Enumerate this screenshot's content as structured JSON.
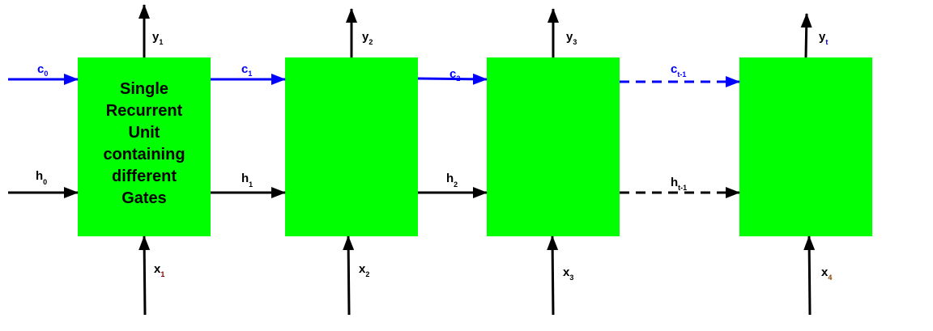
{
  "colors": {
    "cell": "#00ff00",
    "cell_state": "#0000ff",
    "hidden": "#000000"
  },
  "cells": [
    {
      "lines": [
        "Single",
        "Recurrent",
        "Unit",
        "containing",
        "different",
        "Gates"
      ]
    },
    {
      "lines": []
    },
    {
      "lines": []
    },
    {
      "lines": []
    }
  ],
  "labels": {
    "c0": {
      "base": "c",
      "sub": "0"
    },
    "c1": {
      "base": "c",
      "sub": "1"
    },
    "c2": {
      "base": "c",
      "sub": "2"
    },
    "ct1": {
      "base": "c",
      "sub": "t-1"
    },
    "h0": {
      "base": "h",
      "sub": "0"
    },
    "h1": {
      "base": "h",
      "sub": "1"
    },
    "h2": {
      "base": "h",
      "sub": "2"
    },
    "ht1": {
      "base": "h",
      "sub": "t-1"
    },
    "y1": {
      "base": "y",
      "sub": "1"
    },
    "y2": {
      "base": "y",
      "sub": "2"
    },
    "y3": {
      "base": "y",
      "sub": "3"
    },
    "yt": {
      "base": "y",
      "sub": "t"
    },
    "x1": {
      "base": "x",
      "sub": "1"
    },
    "x2": {
      "base": "x",
      "sub": "2"
    },
    "x3": {
      "base": "x",
      "sub": "3"
    },
    "x4": {
      "base": "x",
      "sub": "4"
    }
  }
}
